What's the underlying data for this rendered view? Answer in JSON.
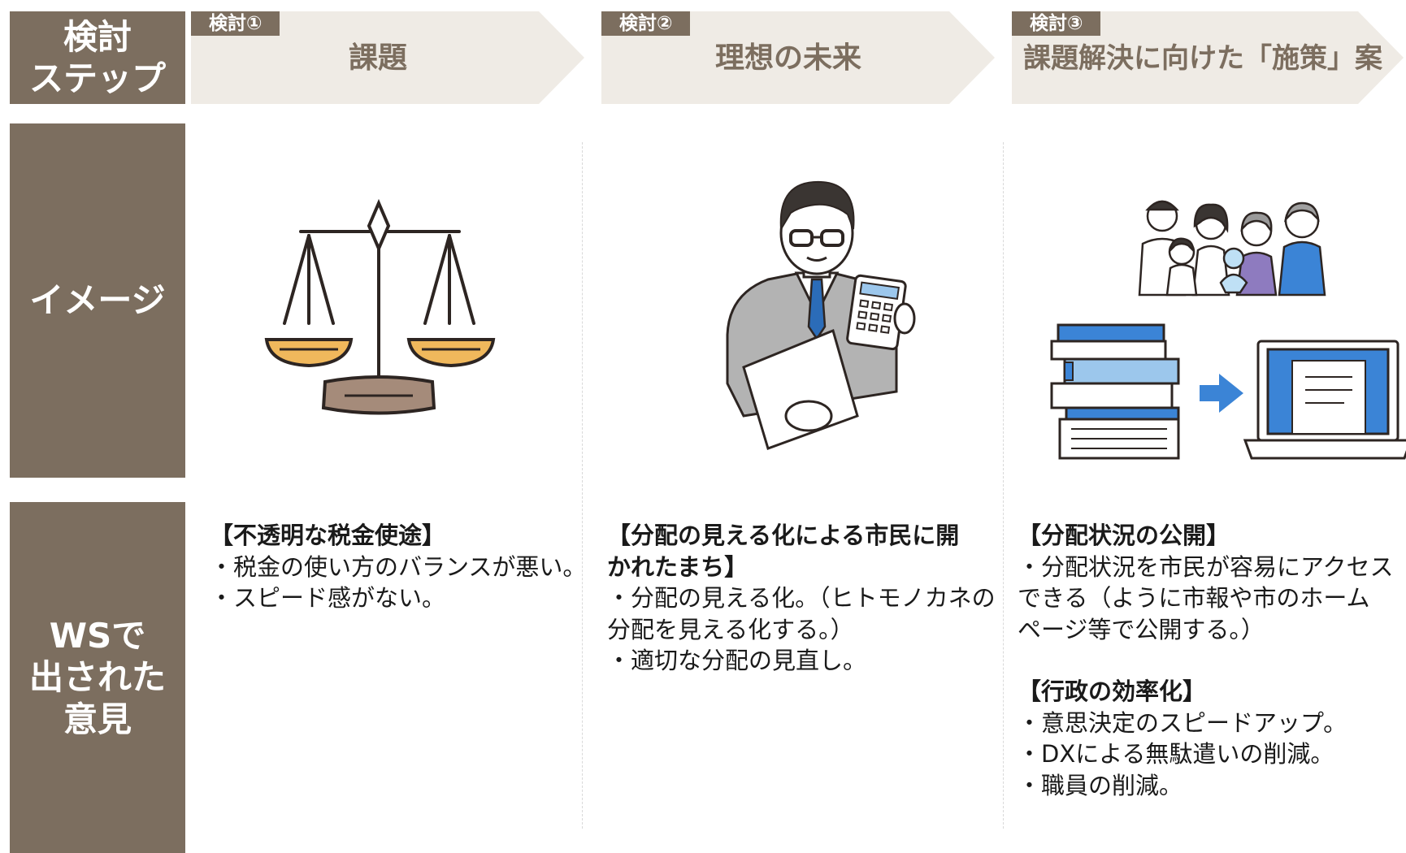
{
  "labels": {
    "steps": [
      "検討",
      "ステップ"
    ],
    "image": "イメージ",
    "opinions": [
      "WSで",
      "出された",
      "意見"
    ]
  },
  "steps": [
    {
      "tag": "検討①",
      "title": "課題"
    },
    {
      "tag": "検討②",
      "title": "理想の未来"
    },
    {
      "tag": "検討③",
      "title": "課題解決に向けた「施策」案"
    }
  ],
  "opinions": [
    {
      "blocks": [
        {
          "heading": [
            "【不透明な税金使途】"
          ],
          "bullets": [
            "・税金の使い方のバランスが悪い。",
            "・スピード感がない。"
          ]
        }
      ]
    },
    {
      "blocks": [
        {
          "heading": [
            "【分配の見える化による市民に開",
            "かれたまち】"
          ],
          "bullets": [
            "・分配の見える化。（ヒトモノカネの",
            "分配を見える化する。）",
            "・適切な分配の見直し。"
          ]
        }
      ]
    },
    {
      "blocks": [
        {
          "heading": [
            "【分配状況の公開】"
          ],
          "bullets": [
            "・分配状況を市民が容易にアクセス",
            "できる（ように市報や市のホーム",
            "ページ等で公開する。）"
          ]
        },
        {
          "heading": [
            "【行政の効率化】"
          ],
          "bullets": [
            "・意思決定のスピードアップ。",
            "・DXによる無駄遣いの削減。",
            "・職員の削減。"
          ]
        }
      ]
    }
  ],
  "illustrations": [
    {
      "icon": "balance-scale-icon"
    },
    {
      "icon": "businessman-calculator-icon"
    },
    {
      "icon": "family-documents-laptop-icon"
    }
  ],
  "colors": {
    "accent": "#7c6e5f",
    "step_bg": "#efebe5",
    "scale_pan": "#f0b85c",
    "scale_base": "#a58b7a",
    "blue": "#2b7bd4"
  }
}
